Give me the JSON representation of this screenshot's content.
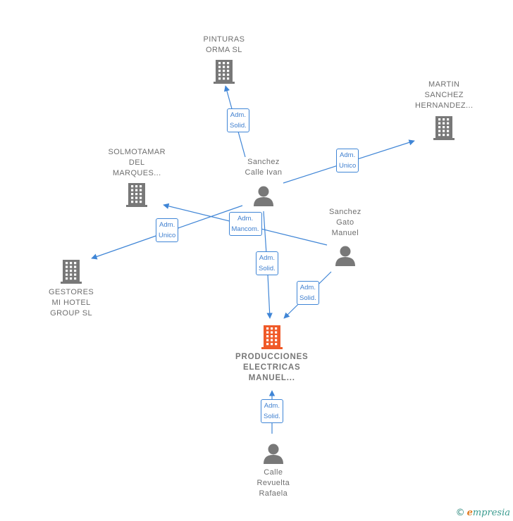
{
  "colors": {
    "edge": "#3f85d6",
    "company": "#787878",
    "main_company": "#f05a28",
    "person": "#787878"
  },
  "nodes": [
    {
      "id": "pinturas",
      "type": "company",
      "label": [
        "PINTURAS",
        "ORMA  SL"
      ]
    },
    {
      "id": "martin",
      "type": "company",
      "label": [
        "MARTIN",
        "SANCHEZ",
        "HERNANDEZ..."
      ]
    },
    {
      "id": "solmotamar",
      "type": "company",
      "label": [
        "SOLMOTAMAR",
        "DEL",
        "MARQUES..."
      ]
    },
    {
      "id": "gestores",
      "type": "company",
      "label": [
        "GESTORES",
        "MI HOTEL",
        "GROUP  SL"
      ]
    },
    {
      "id": "sanchez_ivan",
      "type": "person",
      "label": [
        "Sanchez",
        "Calle Ivan"
      ]
    },
    {
      "id": "sanchez_gato",
      "type": "person",
      "label": [
        "Sanchez",
        "Gato",
        "Manuel"
      ]
    },
    {
      "id": "producciones",
      "type": "main_company",
      "label": [
        "PRODUCCIONES",
        "ELECTRICAS",
        "MANUEL..."
      ]
    },
    {
      "id": "calle_revuelta",
      "type": "person",
      "label": [
        "Calle",
        "Revuelta",
        "Rafaela"
      ]
    }
  ],
  "edges": [
    {
      "from": "sanchez_ivan",
      "to": "pinturas",
      "label": [
        "Adm.",
        "Solid."
      ]
    },
    {
      "from": "sanchez_ivan",
      "to": "martin",
      "label": [
        "Adm.",
        "Unico"
      ]
    },
    {
      "from": "sanchez_gato",
      "to": "solmotamar",
      "label": [
        "Adm.",
        "Mancom."
      ]
    },
    {
      "from": "sanchez_ivan",
      "to": "gestores",
      "label": [
        "Adm.",
        "Unico"
      ]
    },
    {
      "from": "sanchez_ivan",
      "to": "producciones",
      "label": [
        "Adm.",
        "Solid."
      ]
    },
    {
      "from": "sanchez_gato",
      "to": "producciones",
      "label": [
        "Adm.",
        "Solid."
      ]
    },
    {
      "from": "calle_revuelta",
      "to": "producciones",
      "label": [
        "Adm.",
        "Solid."
      ]
    }
  ],
  "footer": {
    "copyright": "©",
    "brand_initial": "e",
    "brand_rest": "mpresia"
  }
}
